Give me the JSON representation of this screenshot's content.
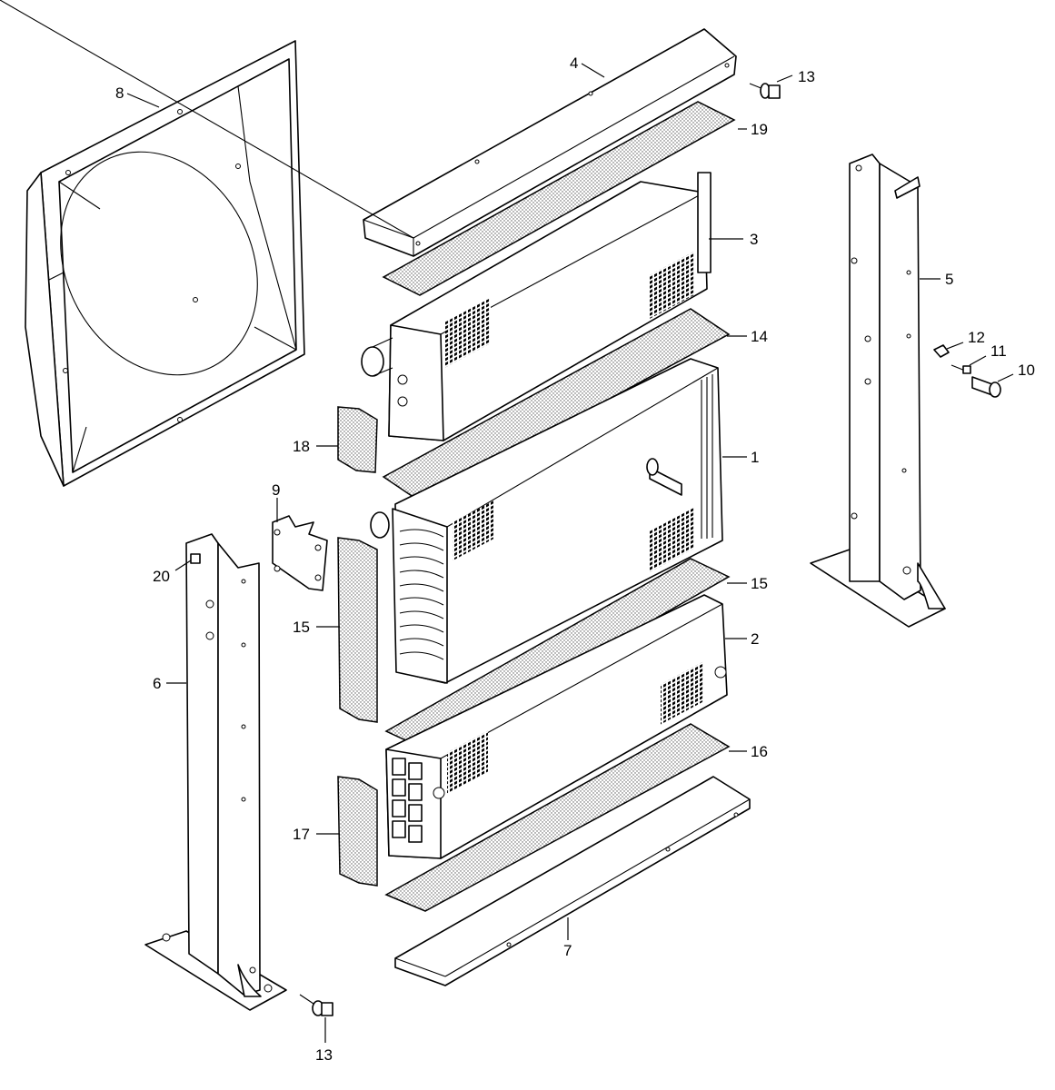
{
  "diagram": {
    "callouts": [
      {
        "id": "c1",
        "text": "1"
      },
      {
        "id": "c2",
        "text": "2"
      },
      {
        "id": "c3",
        "text": "3"
      },
      {
        "id": "c4",
        "text": "4"
      },
      {
        "id": "c5",
        "text": "5"
      },
      {
        "id": "c6",
        "text": "6"
      },
      {
        "id": "c7",
        "text": "7"
      },
      {
        "id": "c8",
        "text": "8"
      },
      {
        "id": "c9",
        "text": "9"
      },
      {
        "id": "c10",
        "text": "10"
      },
      {
        "id": "c11",
        "text": "11"
      },
      {
        "id": "c12",
        "text": "12"
      },
      {
        "id": "c13a",
        "text": "13"
      },
      {
        "id": "c13b",
        "text": "13"
      },
      {
        "id": "c14",
        "text": "14"
      },
      {
        "id": "c15a",
        "text": "15"
      },
      {
        "id": "c15b",
        "text": "15"
      },
      {
        "id": "c16",
        "text": "16"
      },
      {
        "id": "c17",
        "text": "17"
      },
      {
        "id": "c18",
        "text": "18"
      },
      {
        "id": "c19",
        "text": "19"
      },
      {
        "id": "c20",
        "text": "20"
      }
    ]
  }
}
